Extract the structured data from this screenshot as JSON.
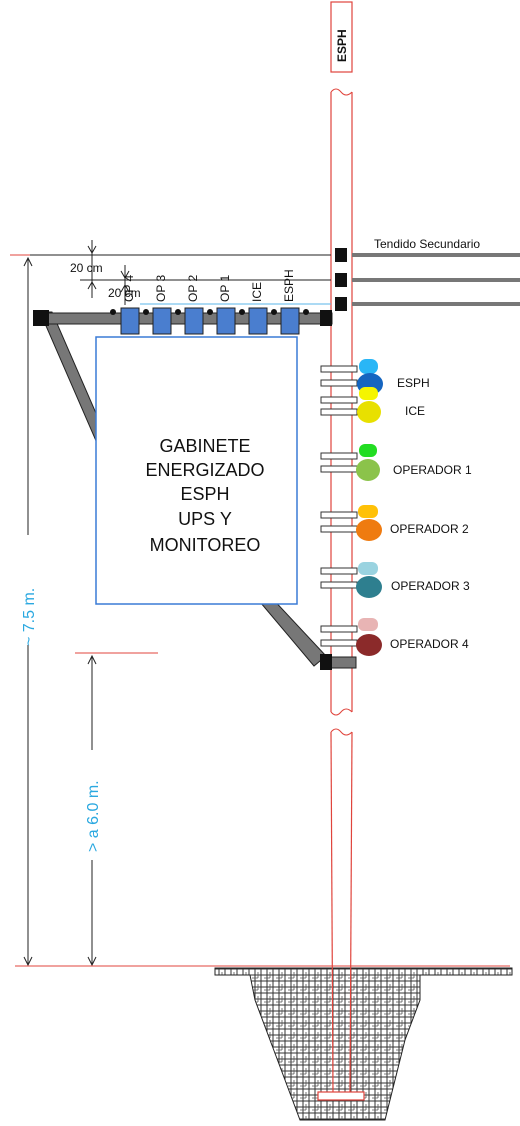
{
  "pole": {
    "top_label": "ESPH"
  },
  "dimensions": {
    "upper_spacing": "20 cm",
    "lower_spacing": "20 cm",
    "total_height": "~ 7.5 m.",
    "min_height": "> a 6.0 m."
  },
  "lines": {
    "label": "Tendido Secundario"
  },
  "rack_labels": [
    "OP 4",
    "OP 3",
    "OP 2",
    "OP 1",
    "ICE",
    "ESPH"
  ],
  "cabinet": {
    "lines": [
      "GABINETE",
      "ENERGIZADO",
      "ESPH",
      "UPS Y",
      "MONITOREO"
    ]
  },
  "attachments": [
    {
      "label": "ESPH",
      "top_color": "#29b6f6",
      "bottom_color": "#1565c0"
    },
    {
      "label": "ICE",
      "top_color": "#f5f500",
      "bottom_color": "#e8e000"
    },
    {
      "label": "OPERADOR 1",
      "top_color": "#22dd22",
      "bottom_color": "#8bc34a"
    },
    {
      "label": "OPERADOR 2",
      "top_color": "#ffc107",
      "bottom_color": "#ef7b10"
    },
    {
      "label": "OPERADOR 3",
      "top_color": "#9ad3e0",
      "bottom_color": "#2e7f8f"
    },
    {
      "label": "OPERADOR 4",
      "top_color": "#e8b4b4",
      "bottom_color": "#8b2a2a"
    }
  ]
}
